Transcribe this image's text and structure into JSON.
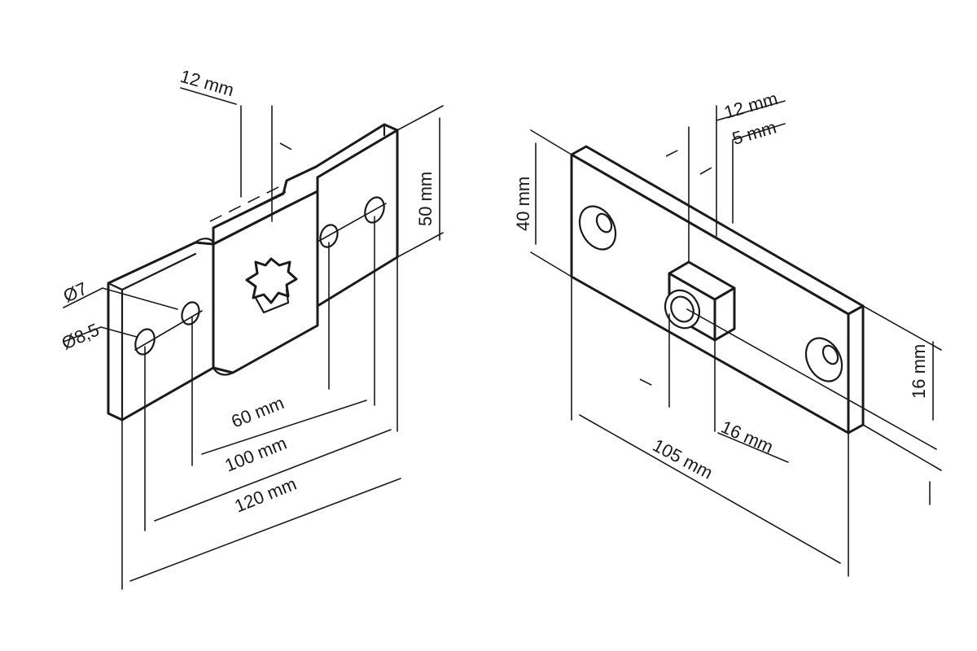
{
  "left_part": {
    "dim_12mm": "12 mm",
    "dim_50mm": "50 mm",
    "dim_hole_small": "Ø7",
    "dim_hole_large": "Ø8,5",
    "dim_60mm": "60 mm",
    "dim_100mm": "100 mm",
    "dim_120mm": "120 mm"
  },
  "right_part": {
    "dim_12mm": "12 mm",
    "dim_5mm": "5 mm",
    "dim_40mm": "40 mm",
    "dim_16mm_side": "16 mm",
    "dim_16mm_bottom": "16 mm",
    "dim_105mm": "105 mm"
  }
}
